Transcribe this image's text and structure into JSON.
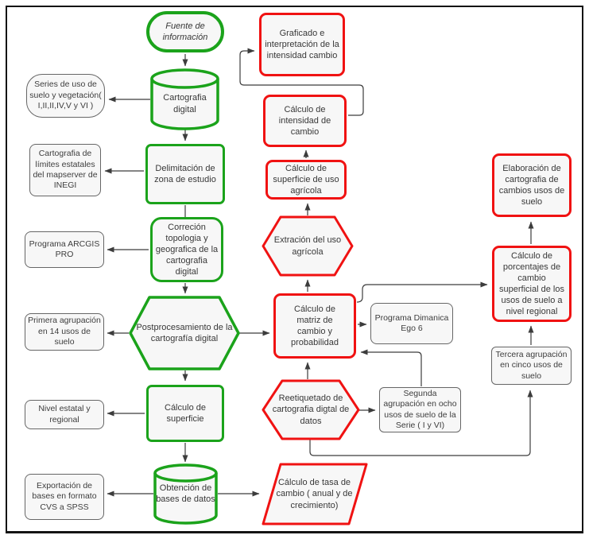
{
  "diagram": {
    "colors": {
      "green_accent": "#1ba31b",
      "red_accent": "#f01212",
      "note_border": "#666666",
      "shape_fill": "#f7f7f7",
      "arrow": "#3c3c3c",
      "text": "#383838",
      "frame": "#141414"
    },
    "nodes": {
      "fuente": {
        "label": "Fuente de información",
        "shape": "stadium",
        "color": "green"
      },
      "cartografia_digital": {
        "label": "Cartografia digital",
        "shape": "cylinder",
        "color": "green"
      },
      "delimitacion": {
        "label": "Delimitación de zona de estudio",
        "shape": "rect",
        "color": "green"
      },
      "correcion": {
        "label": "Correción topologia y geografica de la cartografia digital",
        "shape": "rounded-rect",
        "color": "green"
      },
      "postprocesamiento": {
        "label": "Postprocesamiento de la cartografía digital",
        "shape": "hexagon",
        "color": "green"
      },
      "calculo_superficie": {
        "label": "Cálculo de superficie",
        "shape": "rect",
        "color": "green"
      },
      "obtencion": {
        "label": "Obtención de bases de datos",
        "shape": "cylinder",
        "color": "green"
      },
      "graficado": {
        "label": "Graficado e interpretación de la intensidad cambio",
        "shape": "rounded-rect",
        "color": "red"
      },
      "calculo_intensidad": {
        "label": "Cálculo de intensidad de cambio",
        "shape": "rounded-rect",
        "color": "red"
      },
      "calculo_superficie_agricola": {
        "label": "Cálculo de superficie de uso agrícola",
        "shape": "rounded-rect",
        "color": "red"
      },
      "extracion": {
        "label": "Extración del uso agrícola",
        "shape": "hexagon",
        "color": "red"
      },
      "calculo_matriz": {
        "label": "Cálculo de matriz de cambio y probabilidad",
        "shape": "rounded-rect",
        "color": "red"
      },
      "reetiquetado": {
        "label": "Reetiquetado de cartografia digtal de datos",
        "shape": "hexagon",
        "color": "red"
      },
      "tasa_cambio": {
        "label": "Cálculo de tasa de cambio ( anual y de crecimiento)",
        "shape": "parallelogram",
        "color": "red"
      },
      "elaboracion": {
        "label": "Elaboración de cartografia de cambios  usos de suelo",
        "shape": "rounded-rect",
        "color": "red"
      },
      "porcentajes": {
        "label": "Cálculo de porcentajes de cambio superficial de los usos de suelo a nivel regional",
        "shape": "rounded-rect",
        "color": "red"
      }
    },
    "notes": {
      "series": {
        "label": "Series de uso de suelo y vegetación( I,II,II,IV,V y VI )"
      },
      "inegi": {
        "label": "Cartografia de límites estatales del mapserver de INEGI"
      },
      "arcgis": {
        "label": "Programa ARCGIS PRO"
      },
      "primera": {
        "label": "Primera agrupación en 14 usos de suelo"
      },
      "nivel": {
        "label": "Nivel estatal y regional"
      },
      "exportacion": {
        "label": "Exportación de bases en formato CVS a SPSS"
      },
      "dimanica": {
        "label": "Programa Dimanica Ego 6"
      },
      "segunda": {
        "label": "Segunda agrupación en ocho usos de suelo de la Serie ( I y VI)"
      },
      "tercera": {
        "label": "Tercera agrupación en cinco usos de suelo"
      }
    }
  }
}
